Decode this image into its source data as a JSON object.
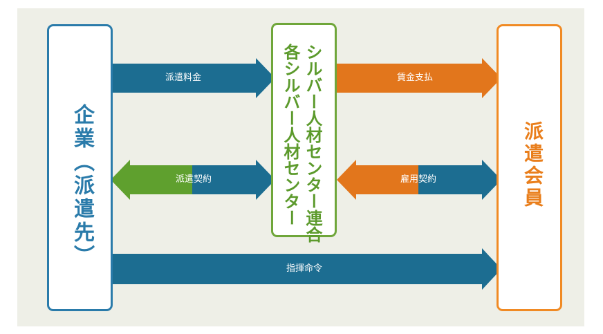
{
  "nodes": {
    "company": "企業（派遣先）",
    "center_line1": "シルバー人材センター連合",
    "center_line2": "各シルバー人材センター",
    "member": "派遣会員"
  },
  "arrows": {
    "dispatch_fee": "派遣料金",
    "wage_payment": "賃金支払",
    "dispatch_contract": "派遣契約",
    "employment_contract": "雇用契約",
    "command_order": "指揮命令"
  },
  "colors": {
    "blue": "#1c6d91",
    "green": "#5fa02e",
    "orange": "#e2761c",
    "background": "#eeefe7"
  }
}
